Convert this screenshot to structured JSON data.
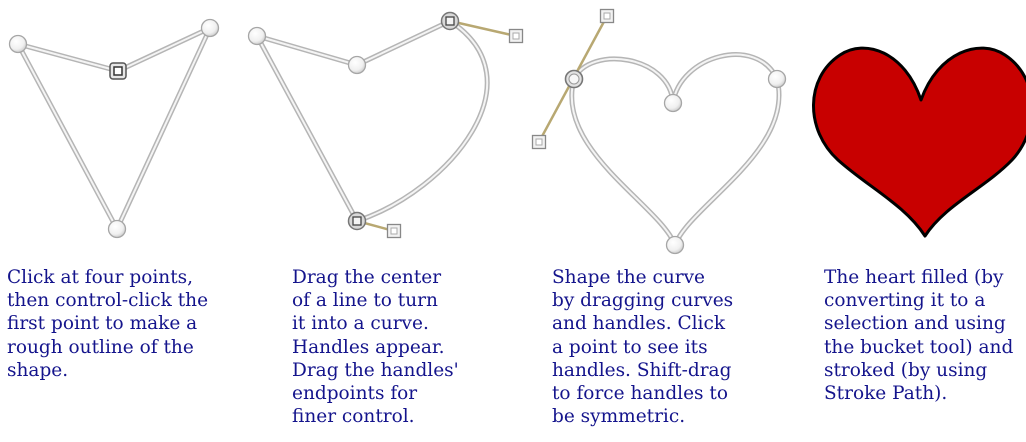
{
  "panels": [
    {
      "id": "step1",
      "caption": [
        "Click at four points,",
        "then control-click the",
        "first point to make a",
        "rough outline of the",
        "shape."
      ]
    },
    {
      "id": "step2",
      "caption": [
        "Drag the center",
        "of a line to turn",
        "it into a curve.",
        "Handles appear.",
        "Drag the handles'",
        "endpoints for",
        "finer control."
      ]
    },
    {
      "id": "step3",
      "caption": [
        "Shape the curve",
        "by dragging curves",
        "and handles. Click",
        "a point to see its",
        "handles.  Shift-drag",
        "to force handles to",
        "be symmetric."
      ]
    },
    {
      "id": "step4",
      "caption": [
        "The heart filled (by",
        "converting it to a",
        "selection and using",
        "the bucket tool) and",
        "stroked (by using",
        "Stroke Path)."
      ]
    }
  ],
  "colors": {
    "caption_text": "#14148c",
    "path_stroke": "#c0c0c0",
    "handle_line": "#b8a872",
    "heart_fill": "#c80000",
    "heart_outline": "#000000"
  }
}
